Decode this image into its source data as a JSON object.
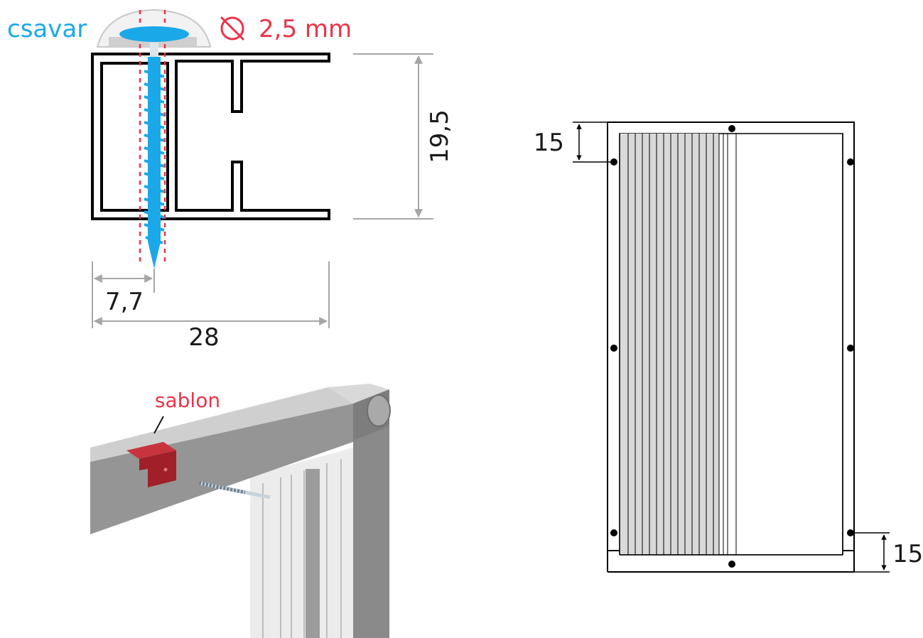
{
  "profile": {
    "screw_label": "csavar",
    "diameter_label": "2,5 mm",
    "height_dim": "19,5",
    "offset_dim": "7,7",
    "width_dim": "28"
  },
  "render": {
    "template_label": "sablon"
  },
  "panel": {
    "top_margin_dim": "15",
    "bottom_margin_dim": "15"
  },
  "colors": {
    "screw": "#1ba8e8",
    "accent_red": "#e8344a",
    "dimension_gray": "#a6a6a6",
    "profile_line": "#000000"
  }
}
